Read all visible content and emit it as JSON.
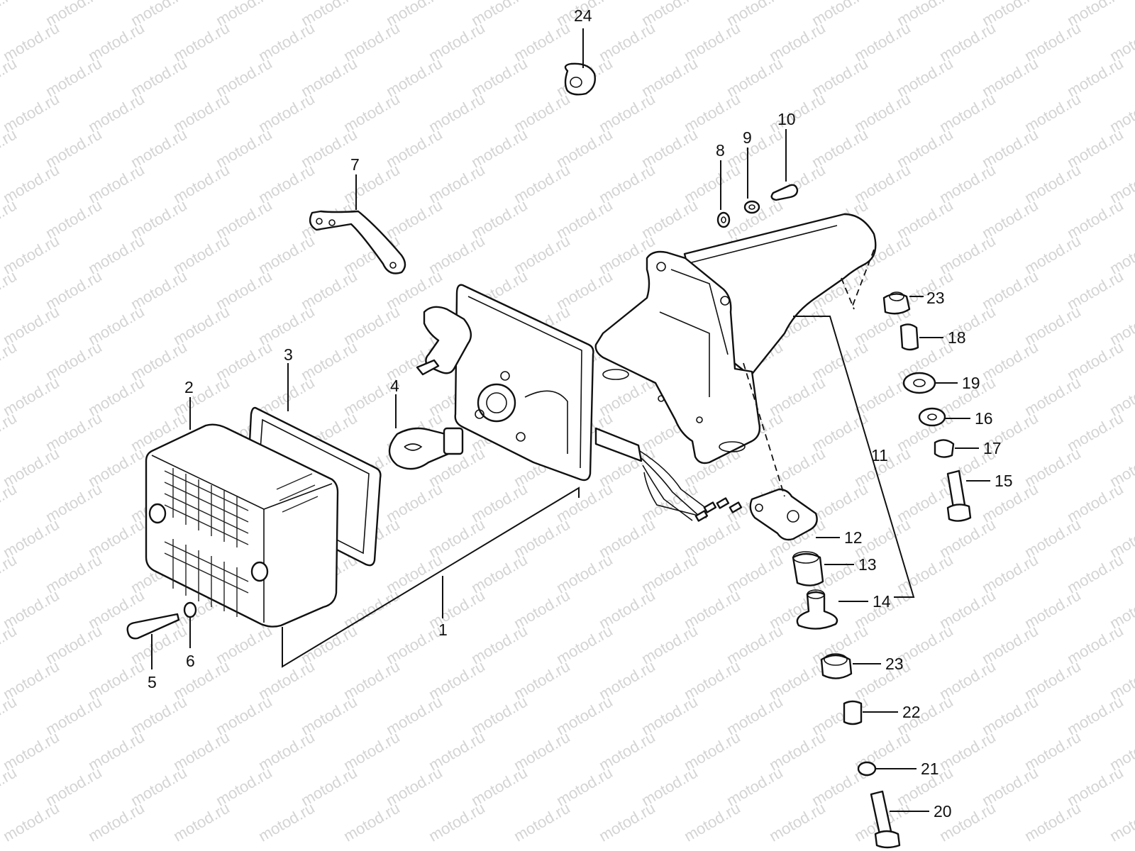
{
  "watermark": {
    "text": "motod.ru"
  },
  "callouts": {
    "c1": "1",
    "c2": "2",
    "c3": "3",
    "c4": "4",
    "c5": "5",
    "c6": "6",
    "c7": "7",
    "c8": "8",
    "c9": "9",
    "c10": "10",
    "c11": "11",
    "c12": "12",
    "c13": "13",
    "c14": "14",
    "c15": "15",
    "c16": "16",
    "c17": "17",
    "c18": "18",
    "c19": "19",
    "c20": "20",
    "c21": "21",
    "c22": "22",
    "c23a": "23",
    "c23b": "23",
    "c24": "24"
  },
  "colors": {
    "line": "#111111",
    "watermark": "#d4d4d4",
    "background": "#ffffff"
  }
}
